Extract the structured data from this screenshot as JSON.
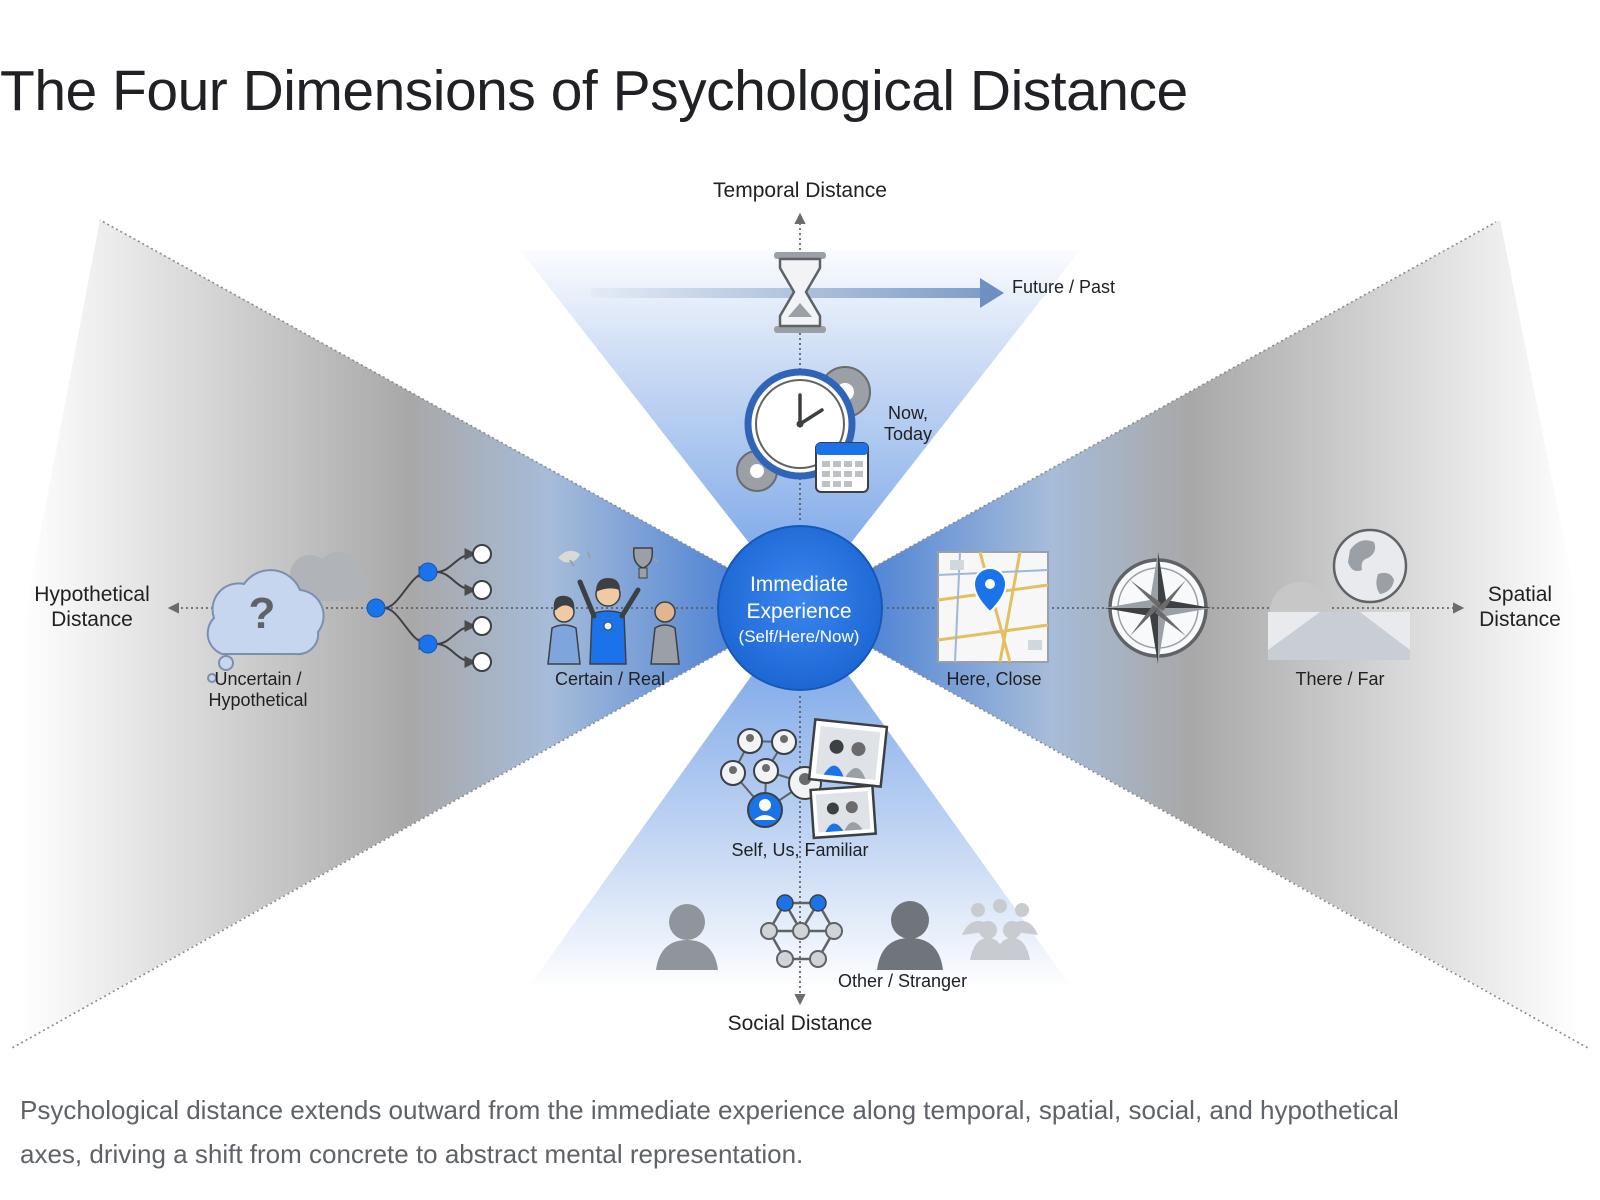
{
  "title": "The Four Dimensions of Psychological Distance",
  "center": {
    "line1": "Immediate",
    "line2": "Experience",
    "line3": "(Self/Here/Now)"
  },
  "axes": {
    "temporal": {
      "title": "Temporal Distance",
      "near": "Now, Today",
      "far": "Future / Past"
    },
    "spatial": {
      "title_line1": "Spatial",
      "title_line2": "Distance",
      "near": "Here, Close",
      "far": "There / Far"
    },
    "social": {
      "title": "Social Distance",
      "near": "Self, Us, Familiar",
      "far": "Other / Stranger"
    },
    "hypothetical": {
      "title_line1": "Hypothetical",
      "title_line2": "Distance",
      "near": "Certain / Real",
      "far_line1": "Uncertain /",
      "far_line2": "Hypothetical"
    }
  },
  "caption": "Psychological distance extends outward from the immediate experience along temporal, spatial, social, and hypothetical axes, driving a shift from concrete to abstract mental representation.",
  "colors": {
    "accent": "#1a73e8",
    "center_fill": "#1a73e8",
    "gray_icon": "#8f959b",
    "text": "#202124",
    "caption": "#5f6368"
  }
}
